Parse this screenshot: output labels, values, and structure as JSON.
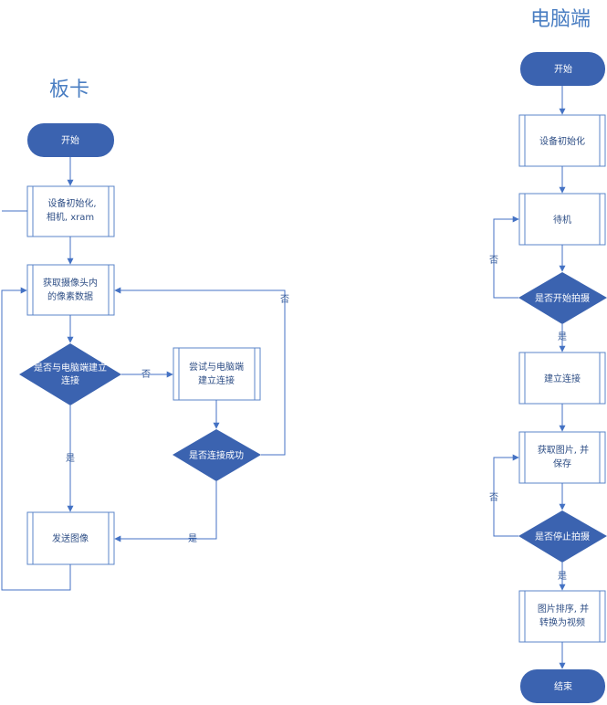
{
  "left": {
    "title": "板卡",
    "start": "开始",
    "init": [
      "设备初始化,",
      "相机, xram"
    ],
    "fetch": [
      "获取摄像头内",
      "的像素数据"
    ],
    "decision_connected": [
      "是否与电脑端建立",
      "连接"
    ],
    "try_connect": [
      "尝试与电脑端",
      "建立连接"
    ],
    "decision_success": "是否连接成功",
    "send": "发送图像",
    "edge_no_1": "否",
    "edge_no_2": "否",
    "edge_yes_1": "是",
    "edge_yes_2": "是"
  },
  "right": {
    "title": "电脑端",
    "start": "开始",
    "init": "设备初始化",
    "wait": "待机",
    "decision_start": "是否开始拍摄",
    "connect": "建立连接",
    "capture": [
      "获取图片, 并",
      "保存"
    ],
    "decision_stop": "是否停止拍摄",
    "sort": [
      "图片排序, 并",
      "转换为视频"
    ],
    "end": "结束",
    "edge_no_1": "否",
    "edge_yes_1": "是",
    "edge_no_2": "否",
    "edge_yes_2": "是"
  },
  "colors": {
    "primary": "#3b63b0",
    "line": "#4472c4",
    "box_fill": "#ffffff",
    "box_stroke": "#5b86c9",
    "title": "#4a7ec2"
  }
}
